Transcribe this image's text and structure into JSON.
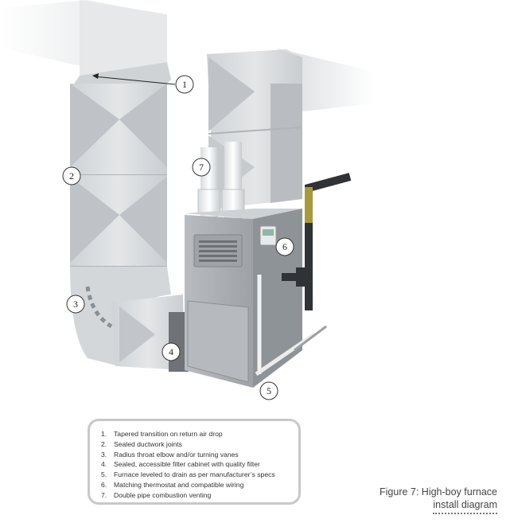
{
  "callouts": [
    {
      "num": "1",
      "text": "Tapered transition on return air drop"
    },
    {
      "num": "2",
      "text": "Sealed ductwork joints"
    },
    {
      "num": "3",
      "text": "Radius throat elbow and/or turning vanes"
    },
    {
      "num": "4",
      "text": "Sealed, accessible filter cabinet with quality filter"
    },
    {
      "num": "5",
      "text": "Furnace leveled to drain as per manufacturer's specs"
    },
    {
      "num": "6",
      "text": "Matching thermostat and compatible wiring"
    },
    {
      "num": "7",
      "text": "Double pipe combustion venting"
    }
  ],
  "legend": [
    {
      "num": "1.",
      "text": "Tapered transition on return air drop"
    },
    {
      "num": "2.",
      "text": "Sealed ductwork joints"
    },
    {
      "num": "3.",
      "text": "Radius throat elbow and/or turning vanes"
    },
    {
      "num": "4.",
      "text": "Sealed, accessible filter cabinet with quality filter"
    },
    {
      "num": "5.",
      "text": "Furnace leveled to drain as per manufacturer’s specs"
    },
    {
      "num": "6.",
      "text": "Matching thermostat and compatible wiring"
    },
    {
      "num": "7.",
      "text": "Double pipe combustion venting"
    }
  ],
  "caption": {
    "line1": "Figure 7: High-boy furnace",
    "line2": "install diagram"
  },
  "colors": {
    "duct": "#dfe1e3",
    "duct_shade": "#c4c8cc",
    "furnace": "#a9adb1",
    "furnace_dark": "#7e8387",
    "pipe": "#333333",
    "border": "#c8c8c8"
  }
}
